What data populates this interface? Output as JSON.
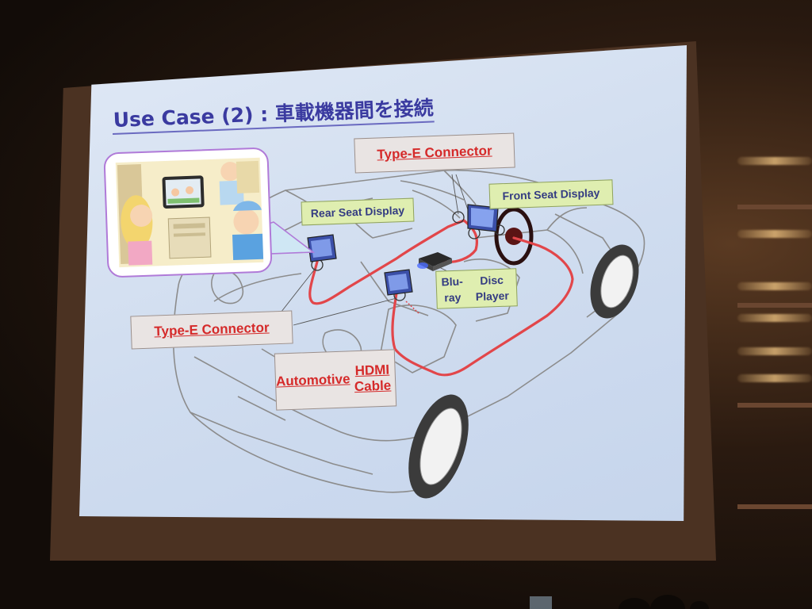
{
  "slide": {
    "title": "Use Case (2) : 車載機器間を接続",
    "labels": {
      "type_e_top": "Type-E Connector",
      "front_seat_display": "Front Seat Display",
      "rear_seat_display": "Rear Seat Display",
      "bluray_line1": "Blu-ray",
      "bluray_line2": "Disc Player",
      "type_e_left": "Type-E Connector",
      "hdmi_line1": "Automotive",
      "hdmi_line2": "HDMI Cable"
    }
  },
  "colors": {
    "slide_background": "#d6e1f1",
    "title": "#3a3aa0",
    "cable": "#e2464a",
    "car_outline": "#8c8c8c",
    "label_red_text": "#d52a2a",
    "label_green_bg": "#dfeeb0"
  }
}
